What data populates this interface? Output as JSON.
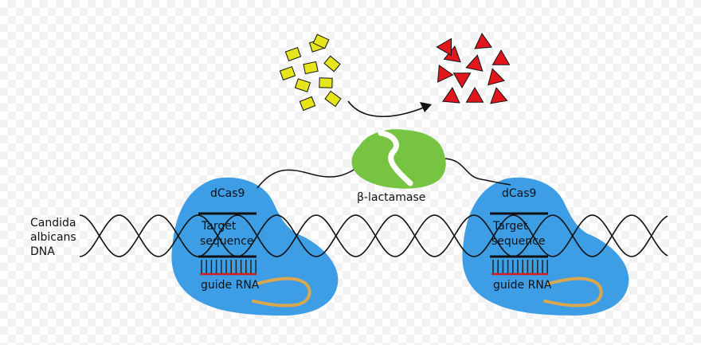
{
  "labels": {
    "organism_line1": "Candida",
    "organism_line2": "albicans",
    "organism_line3": "DNA",
    "protein_left": "dCas9",
    "protein_right": "dCas9",
    "target_line1_left": "Target",
    "target_line2_left": "sequence",
    "target_line1_right": "Target",
    "target_line2_right": "sequence",
    "guide_left": "guide RNA",
    "guide_right": "guide RNA",
    "enzyme": "β-lactamase"
  },
  "colors": {
    "dna_strand": "#111111",
    "dcas9_body": "#3d9ee6",
    "enzyme": "#76c442",
    "substrate": "#e5e519",
    "product": "#e2171d",
    "guide_rna": "#d9a74f",
    "guide_teeth": "#222222",
    "guide_base": "#d01f1f"
  },
  "icons": {
    "substrate": "yellow-square-icon",
    "product": "red-triangle-icon",
    "enzyme": "enzyme-blob-icon"
  }
}
